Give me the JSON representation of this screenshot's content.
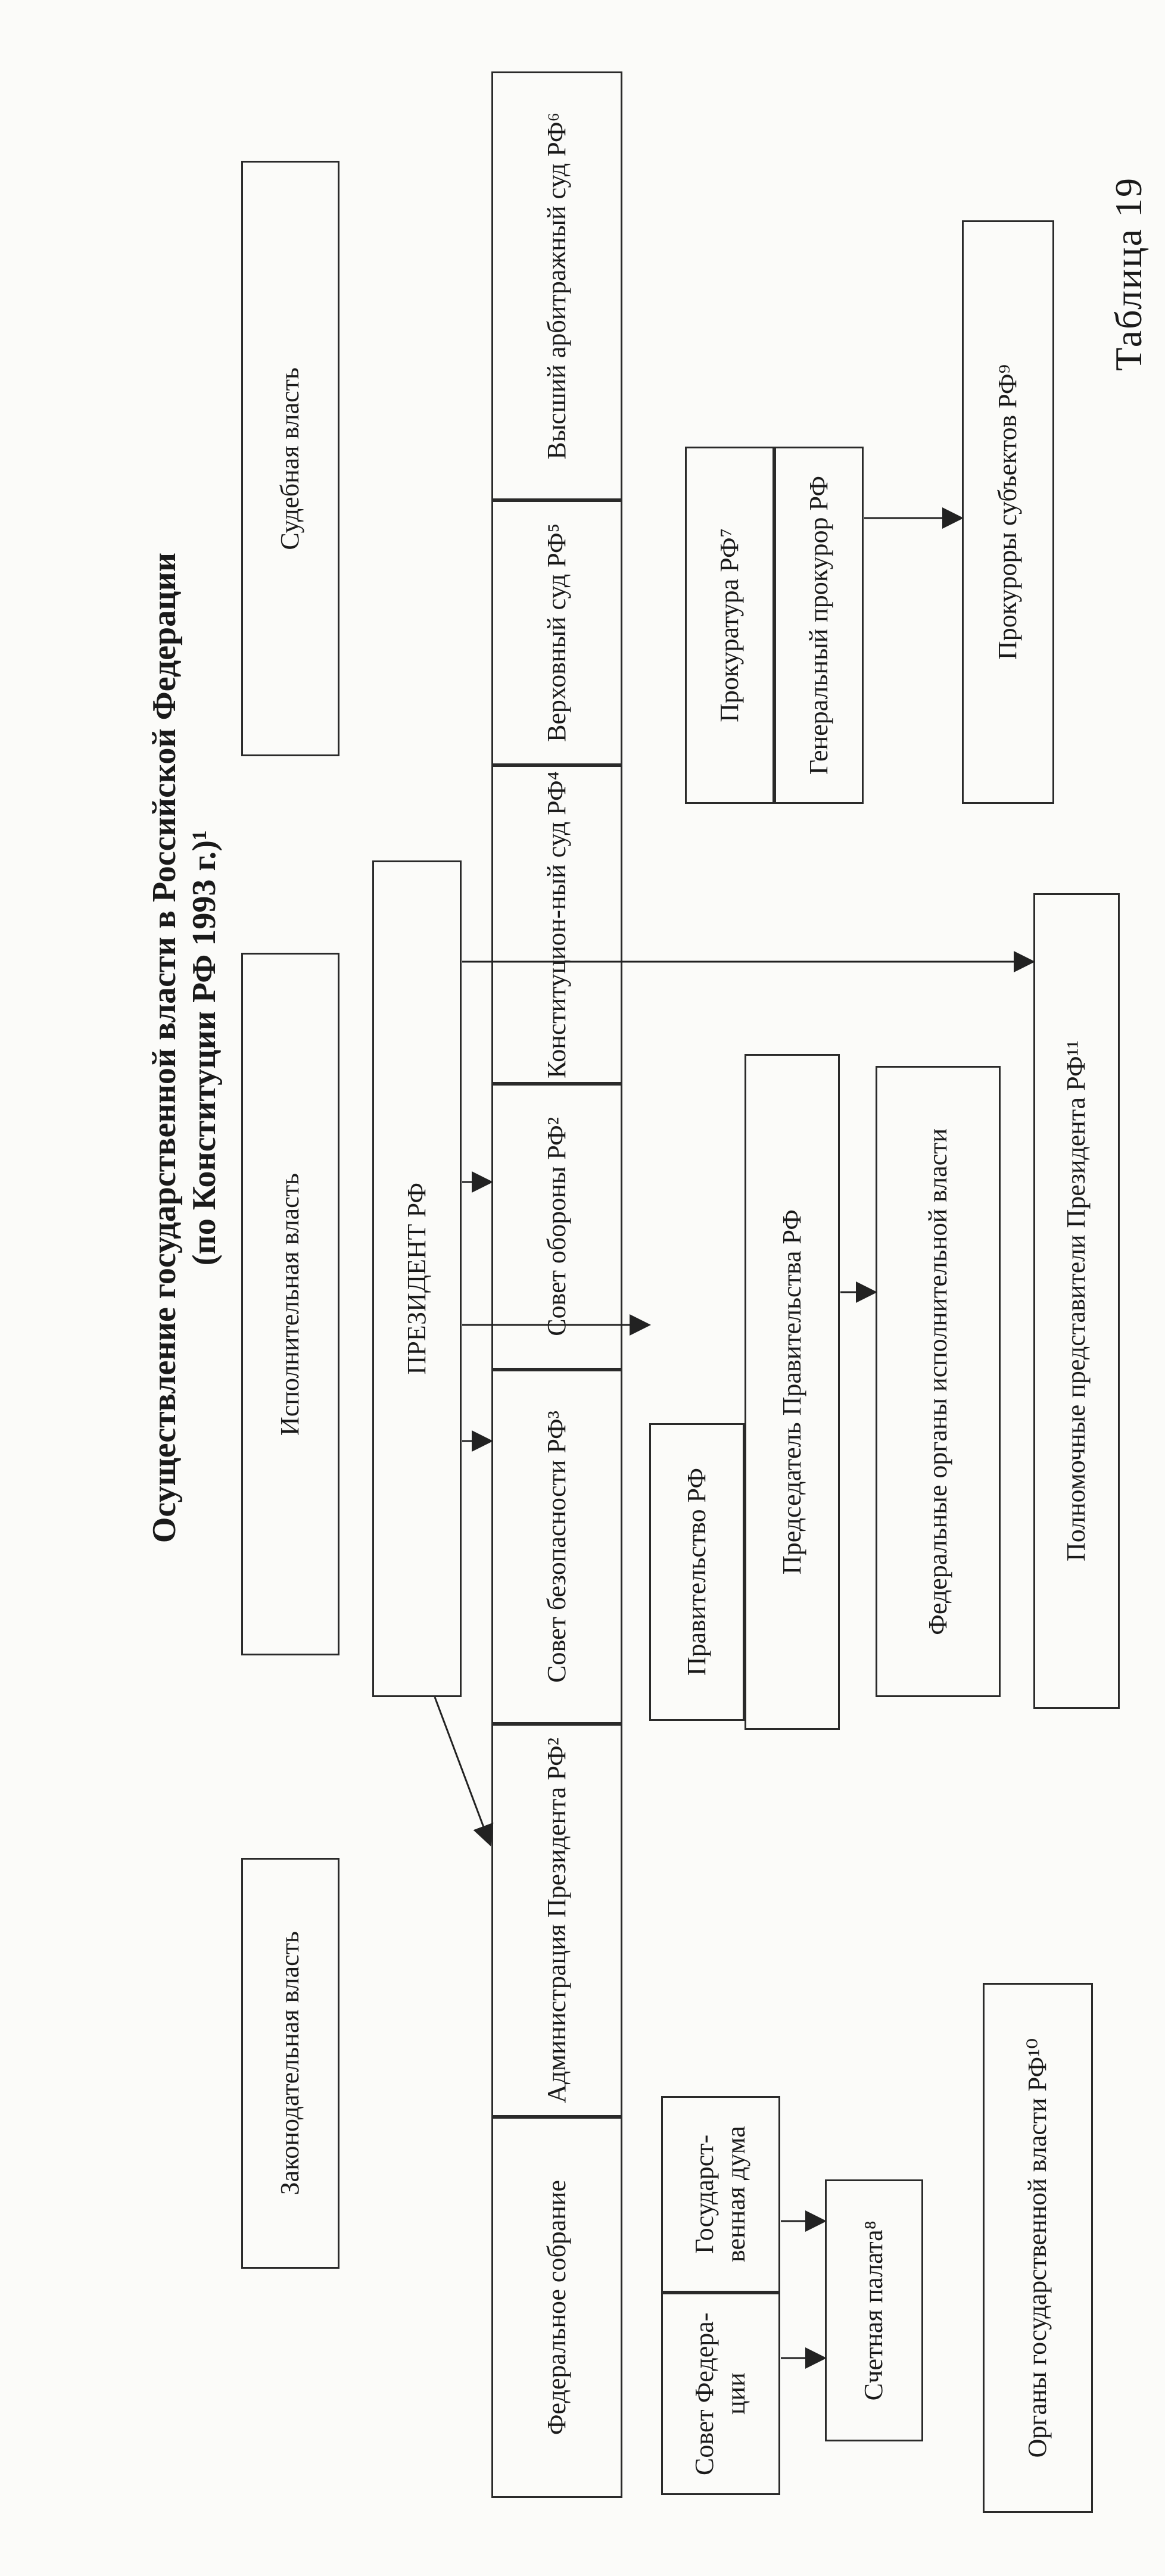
{
  "table_number": "Таблица 19",
  "heading": {
    "line1": "Осуществление государственной власти в Российской Федерации",
    "line2": "(по Конституции РФ 1993 г.)¹"
  },
  "branches": {
    "legislative": "Законодательная власть",
    "executive": "Исполнительная власть",
    "judicial": "Судебная власть"
  },
  "president": "ПРЕЗИДЕНТ РФ",
  "bodies": {
    "federal_assembly": "Федеральное собрание",
    "administration": "Администрация Президента РФ²",
    "security_council": "Совет безопасности РФ³",
    "defense_council": "Совет обороны РФ²",
    "constitutional_court": "Конституцион-ный суд РФ⁴",
    "supreme_court": "Верховный суд РФ⁵",
    "arbitration_court": "Высший арбитражный суд РФ⁶"
  },
  "assembly_parts": {
    "federation_council": "Совет Федера-ции",
    "state_duma": "Государст-венная дума"
  },
  "accounts_chamber": "Счетная палата⁸",
  "regional_authorities": "Органы государственной власти РФ¹⁰",
  "government": {
    "title": "Правительство РФ",
    "chairman": "Председатель Правительства РФ",
    "federal_executive": "Федеральные органы исполнительной власти"
  },
  "envoys": "Полномочные представители Президента РФ¹¹",
  "prosecution": {
    "office": "Прокуратура РФ⁷",
    "prosecutor_general": "Генеральный прокурор РФ",
    "regional": "Прокуроры субъектов РФ⁹"
  }
}
